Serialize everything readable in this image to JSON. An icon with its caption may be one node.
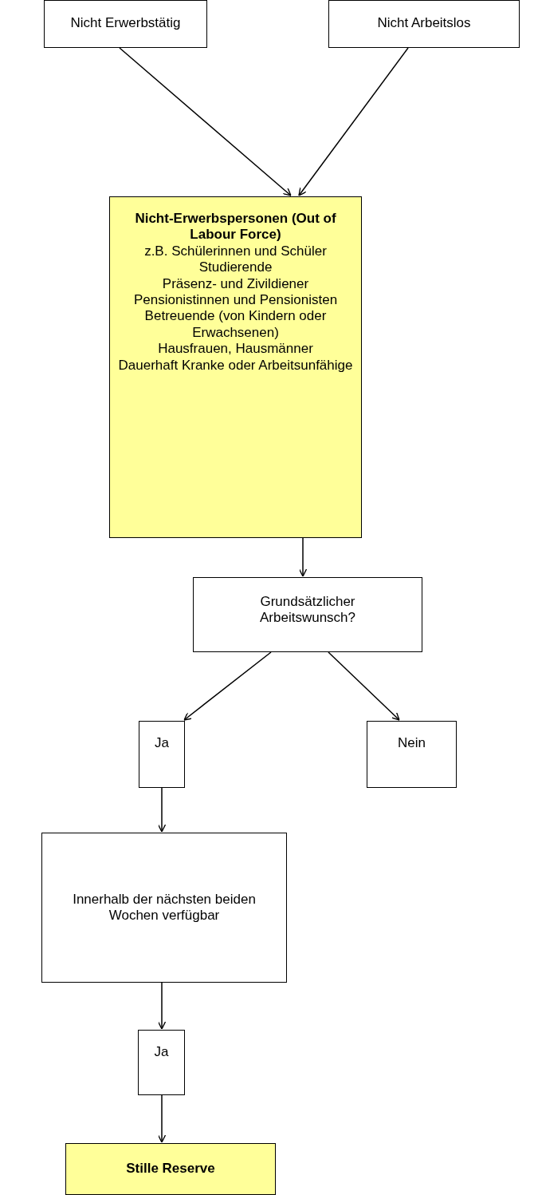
{
  "diagram": {
    "nodes": [
      {
        "text": [
          "Nicht Erwerbstätig"
        ]
      },
      {
        "text": [
          "Nicht Arbeitslos"
        ]
      },
      {
        "text": [
          "Nicht-Erwerbspersonen (Out of Labour Force)",
          "z.B. Schülerinnen und Schüler",
          "Studierende",
          "Präsenz- und Zivildiener",
          "Pensionistinnen und Pensionisten",
          "Betreuende (von Kindern oder Erwachsenen)",
          "Hausfrauen, Hausmänner",
          "Dauerhaft Kranke oder Arbeitsunfähige"
        ]
      },
      {
        "text": [
          "Grundsätzlicher Arbeitswunsch?"
        ]
      },
      {
        "text": [
          "Ja"
        ]
      },
      {
        "text": [
          "Nein"
        ]
      },
      {
        "text": [
          "Innerhalb der nächsten beiden Wochen verfügbar"
        ]
      },
      {
        "text": [
          "Ja"
        ]
      },
      {
        "text": [
          "Stille Reserve"
        ]
      }
    ],
    "edges": [
      {
        "from": 0,
        "to": 2,
        "arrow": "to"
      },
      {
        "from": 1,
        "to": 2,
        "arrow": "to"
      },
      {
        "from": 2,
        "to": 3,
        "arrow": "to"
      },
      {
        "from": 3,
        "to": 4,
        "arrow": "to"
      },
      {
        "from": 3,
        "to": 5,
        "arrow": "to"
      },
      {
        "from": 4,
        "to": 6,
        "arrow": "to"
      },
      {
        "from": 6,
        "to": 7,
        "arrow": "to"
      },
      {
        "from": 7,
        "to": 8,
        "arrow": "to"
      }
    ]
  }
}
